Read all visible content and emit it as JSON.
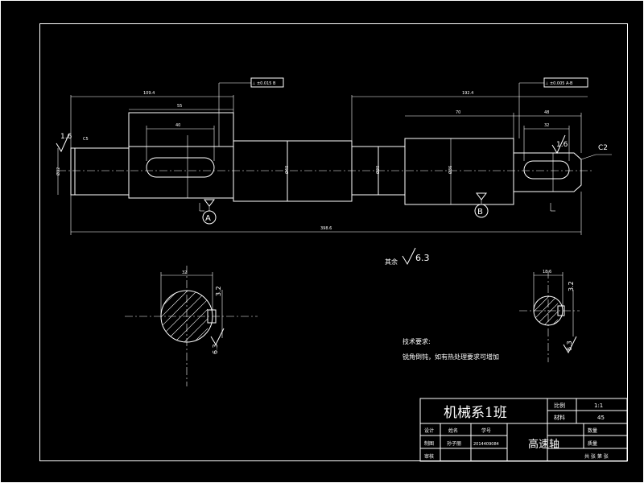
{
  "drawing": {
    "part_name": "高速轴",
    "department": "机械系1班",
    "detail_labels": [
      "A",
      "B"
    ],
    "chamfer_label": "C2",
    "surface_finish_main_label": "1.6",
    "surface_finish_right_label": "1.6",
    "section_a_finish": "3.2",
    "section_a_finish2": "6.3",
    "section_b_finish": "3.2",
    "section_b_finish2": "6.3",
    "other_finish_label": "其余",
    "other_finish_value": "6.3"
  },
  "dimensions": {
    "left_upper": "109.4",
    "left_inner": "55",
    "left_key": "40",
    "right_upper": "192.4",
    "right_mid": "70",
    "right_key_outer": "48",
    "right_key_inner": "32",
    "overall": "398.6",
    "d_left_end": "Ø32",
    "d_center": "Ø40",
    "d_right_mid": "Ø36",
    "d_right_collar": "Ø30",
    "c_small": "C5",
    "section_a_width": "32",
    "section_b_width": "18.6",
    "tolerance_left": "⊥ ±0.015 B",
    "tolerance_right": "⊥ ±0.005 A-B"
  },
  "notes": {
    "title": "技术要求:",
    "line1": "锐角倒钝，如有热处理要求可增加"
  },
  "title_block": {
    "scale_label": "比例",
    "scale_value": "1:1",
    "material_label": "材料",
    "material_value": "45",
    "design_label": "设计",
    "name_label": "姓名",
    "id_label": "学号",
    "drawing_label": "制图",
    "drafter": "孙子丽",
    "student_no": "2014409084",
    "review_label": "审核",
    "qty_label": "数量",
    "weight_label": "质量",
    "sheets_label": "共 张 第 张"
  }
}
